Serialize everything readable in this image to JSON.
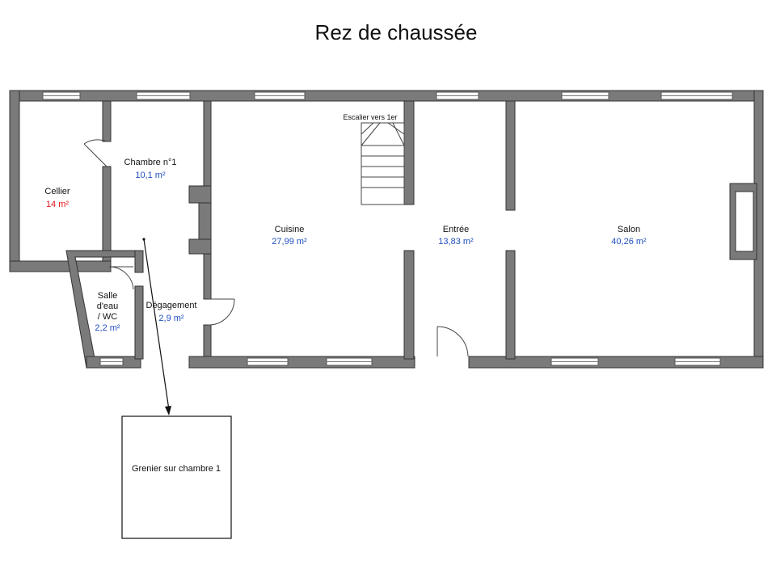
{
  "title": "Rez de chaussée",
  "colors": {
    "wall": "#7a7a7a",
    "area_default": "#1f4fbf",
    "area_highlight": "#e0161b"
  },
  "rooms": {
    "cellier": {
      "name": "Cellier",
      "area": "14 m²"
    },
    "chambre1": {
      "name": "Chambre n°1",
      "area": "10,1 m²"
    },
    "salle_eau": {
      "name_line1": "Salle",
      "name_line2": "d'eau",
      "name_line3": "/ WC",
      "area": "2,2 m²"
    },
    "degagement": {
      "name": "Dégagement",
      "area": "2,9 m²"
    },
    "cuisine": {
      "name": "Cuisine",
      "area": "27,99 m²"
    },
    "entree": {
      "name": "Entrée",
      "area": "13,83 m²"
    },
    "salon": {
      "name": "Salon",
      "area": "40,26 m²"
    }
  },
  "stairs_label": "Escalier vers 1er",
  "grenier_label": "Grenier sur chambre 1"
}
